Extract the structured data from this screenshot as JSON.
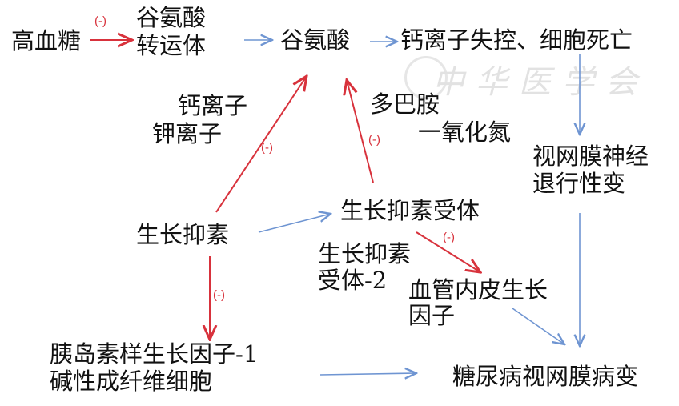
{
  "nodes": {
    "hyperglycemia": "高血糖",
    "glu_transporter": [
      "谷氨酸",
      "转运体"
    ],
    "glutamate": "谷氨酸",
    "calcium_loss": "钙离子失控、细胞死亡",
    "neuro_degen": [
      "视网膜神经",
      "退行性变"
    ],
    "ions": [
      "钙离子",
      "钾离子"
    ],
    "dopamine_no": [
      "多巴胺",
      "一氧化氮"
    ],
    "somatostatin": "生长抑素",
    "sst_receptor": "生长抑素受体",
    "sst_receptor2": [
      "生长抑素",
      "受体-2"
    ],
    "vegf": [
      "血管内皮生长",
      "因子"
    ],
    "igf": [
      "胰岛素样生长因子-1",
      "碱性成纤维细胞"
    ],
    "dr": "糖尿病视网膜病变"
  },
  "inhibit_label": "(-)",
  "watermark": "中华医学会",
  "colors": {
    "promote": "#6f95d2",
    "inhibit": "#d8323c"
  }
}
